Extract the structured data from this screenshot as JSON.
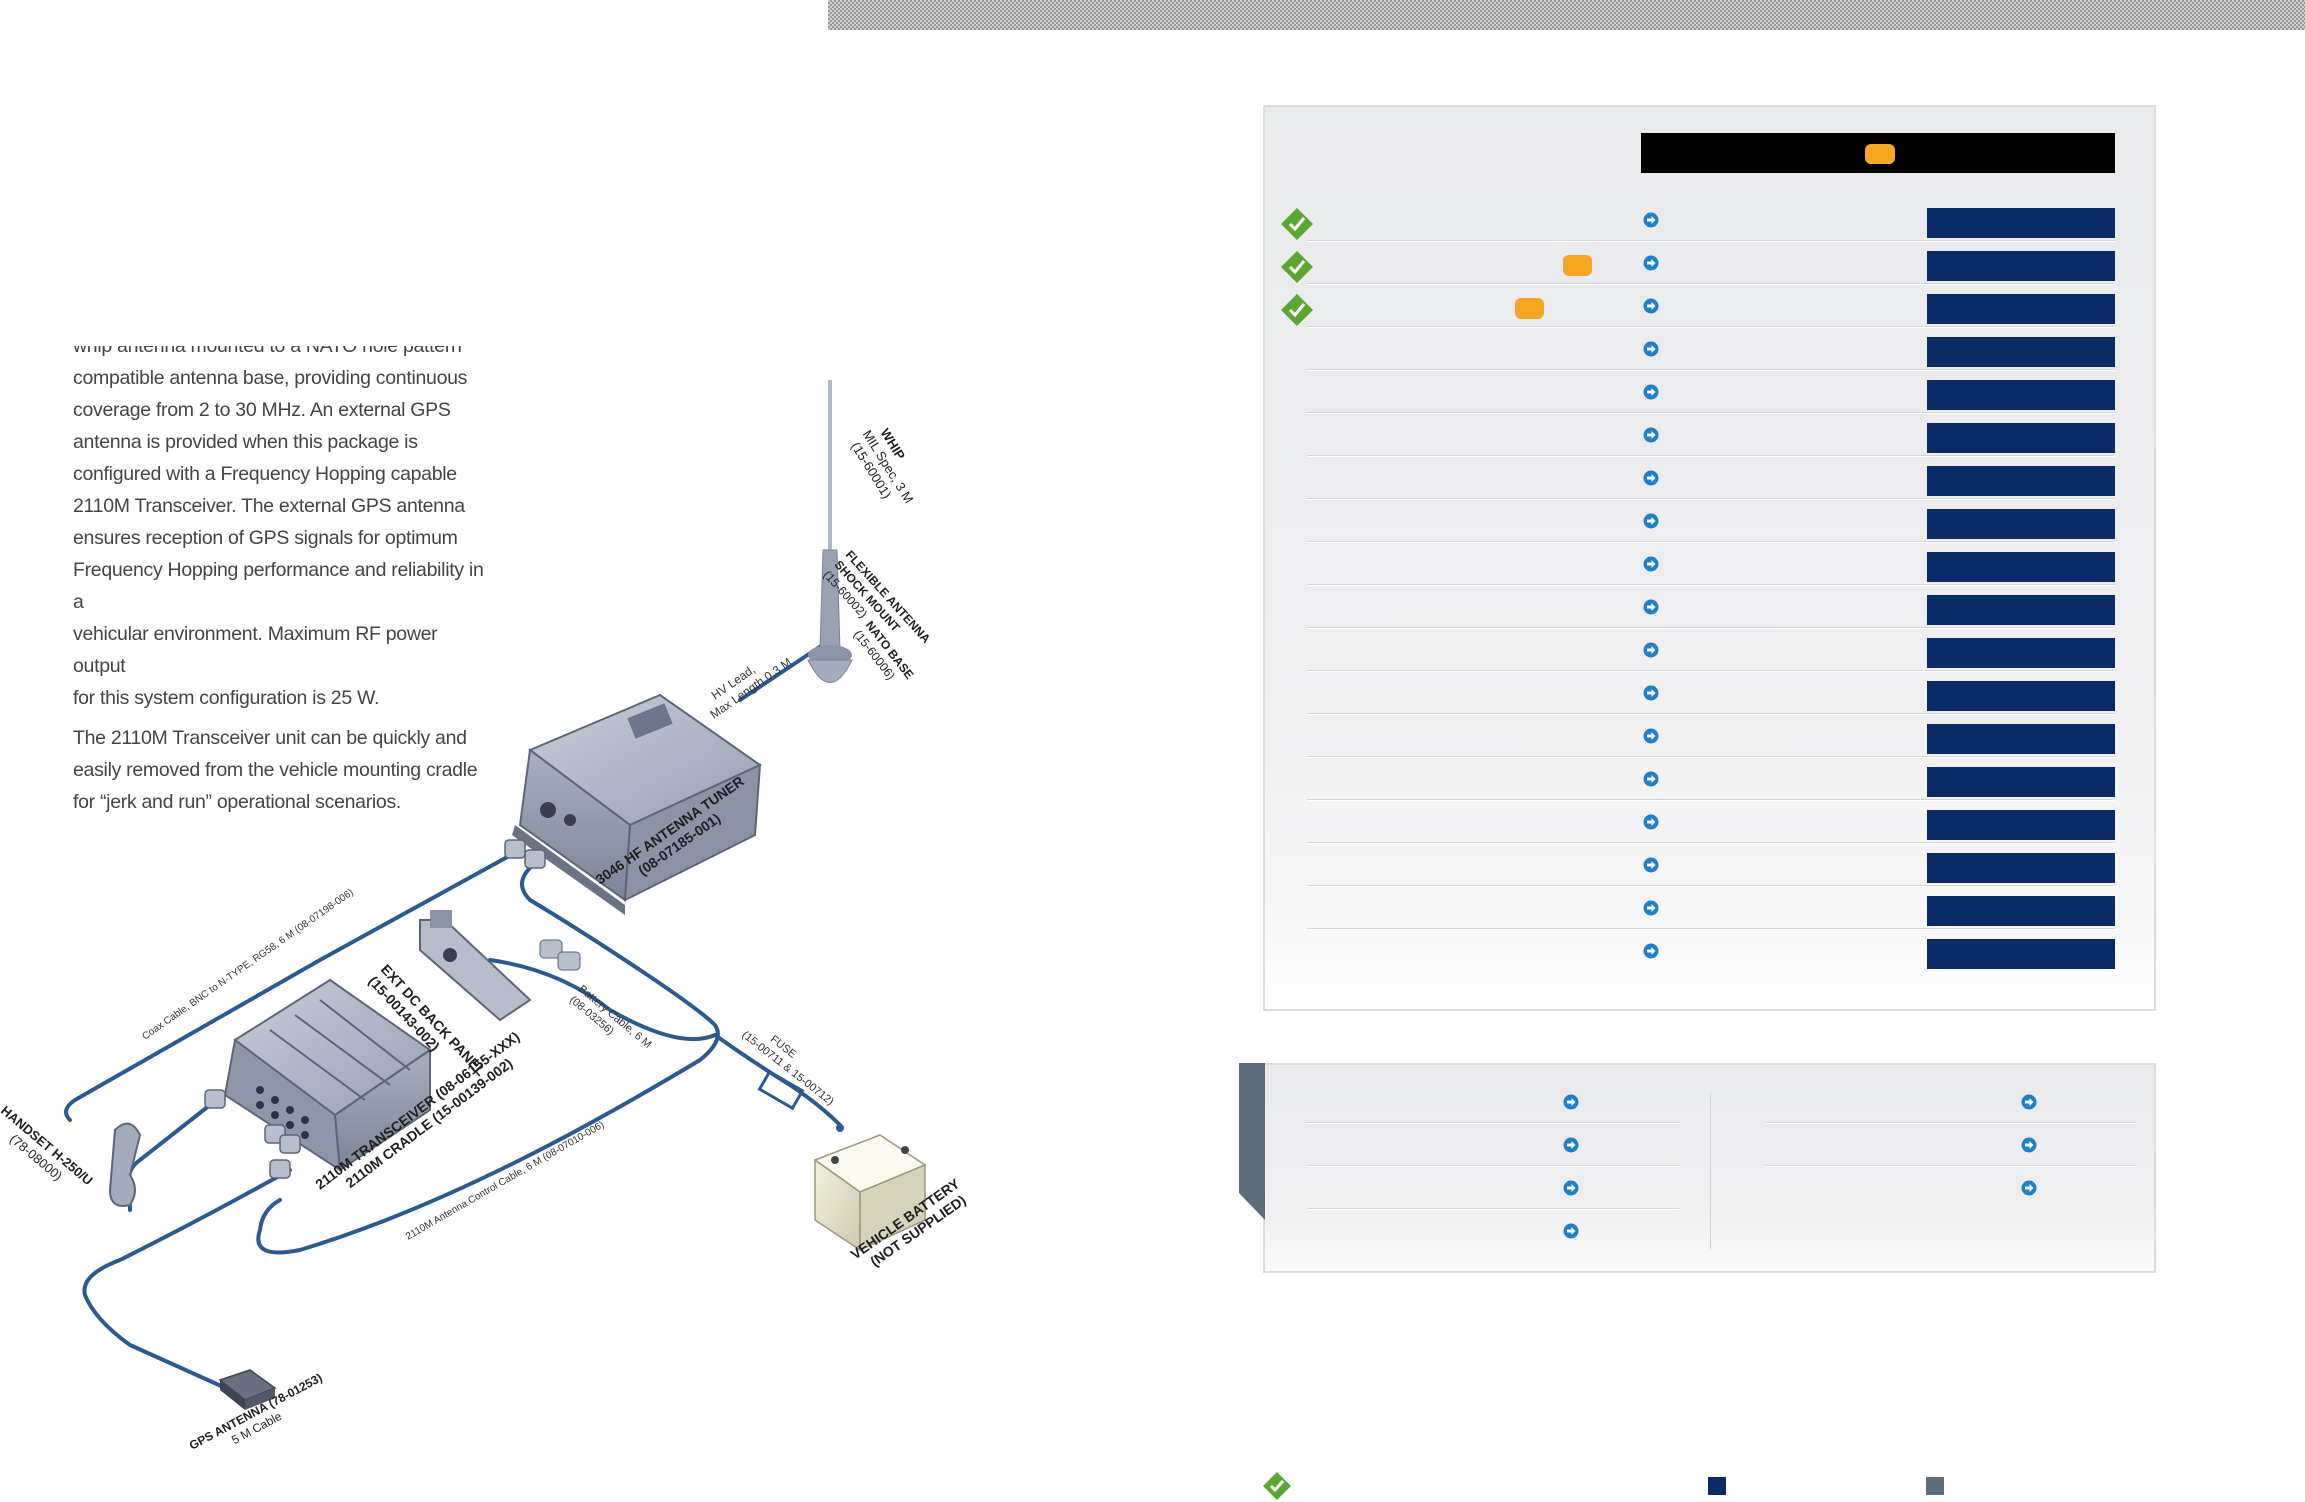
{
  "description": {
    "paragraph1_partial": "whip antenna mounted to a NATO hole pattern",
    "paragraph1_lines": [
      "compatible antenna base, providing continuous",
      "coverage from 2 to 30 MHz. An external GPS",
      "antenna is provided when this package is",
      "configured with a Frequency Hopping capable",
      "2110M Transceiver. The external GPS antenna",
      "ensures reception of GPS signals for optimum",
      "Frequency Hopping performance and reliability in a",
      "vehicular environment. Maximum RF power output",
      "for this system configuration is 25 W."
    ],
    "paragraph2_lines": [
      "The 2110M Transceiver unit can be quickly and",
      "easily removed from the vehicle mounting cradle",
      "for “jerk and run” operational scenarios."
    ]
  },
  "diagram": {
    "whip": [
      "WHIP",
      "MIL Spec, 3 M",
      "(15-60001)"
    ],
    "shock_mount": [
      "FLEXIBLE ANTENNA",
      "SHOCK MOUNT",
      "(15-60002)"
    ],
    "nato_base": [
      "NATO BASE",
      "(15-60006)"
    ],
    "hv_lead": [
      "HV Lead,",
      "Max Length 0.3 M"
    ],
    "tuner": [
      "3046 HF ANTENNA TUNER",
      "(08-07185-001)"
    ],
    "coax": "Coax Cable, BNC to N-TYPE, RG58, 6 M (08-07198-006)",
    "back_panel": [
      "EXT DC BACK PANEL",
      "(15-00143-002)"
    ],
    "battery_cable": [
      "Battery Cable, 6 M",
      "(08-03256)"
    ],
    "fuse": [
      "FUSE",
      "(15-00711 & 15-00712)"
    ],
    "transceiver": [
      "2110M TRANSCEIVER (08-06155-XXX)",
      "2110M CRADLE (15-00139-002)"
    ],
    "handset": [
      "HANDSET H-250/U",
      "(78-08000)"
    ],
    "control_cable": "2110M Antenna Control Cable, 6 M (08-07010-006)",
    "battery": [
      "VEHICLE BATTERY",
      "(NOT SUPPLIED)"
    ],
    "gps": [
      "GPS ANTENNA (78-01253)",
      "5 M Cable"
    ]
  },
  "colors": {
    "navy": "#0b2b66",
    "orange": "#f5a623",
    "green": "#5aa832",
    "arrow": "#1f7fc8",
    "header": "#000000",
    "cable": "#2a5a90"
  }
}
